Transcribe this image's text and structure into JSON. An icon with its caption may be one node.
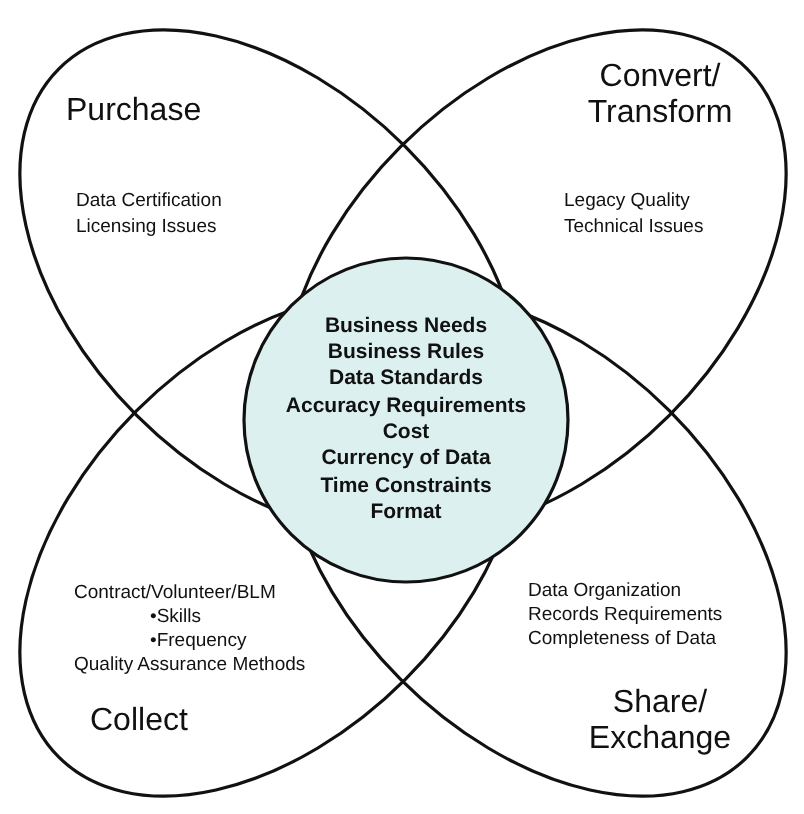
{
  "diagram": {
    "nodes": [
      {
        "text": [
          "Purchase",
          "Data Certification",
          "Licensing Issues"
        ]
      },
      {
        "text": [
          "Convert/ Transform",
          "Legacy Quality",
          "Technical Issues"
        ]
      },
      {
        "text": [
          "Business Needs",
          "Business Rules",
          "Data Standards",
          "Accuracy Requirements",
          "Cost",
          "Currency of Data",
          "Time Constraints",
          "Format"
        ]
      },
      {
        "text": [
          "Contract/Volunteer/BLM",
          "•Skills",
          "•Frequency",
          "Quality Assurance Methods",
          "Collect"
        ]
      },
      {
        "text": [
          "Data Organization",
          "Records Requirements",
          "Completeness of Data",
          "Share/ Exchange"
        ]
      }
    ]
  }
}
